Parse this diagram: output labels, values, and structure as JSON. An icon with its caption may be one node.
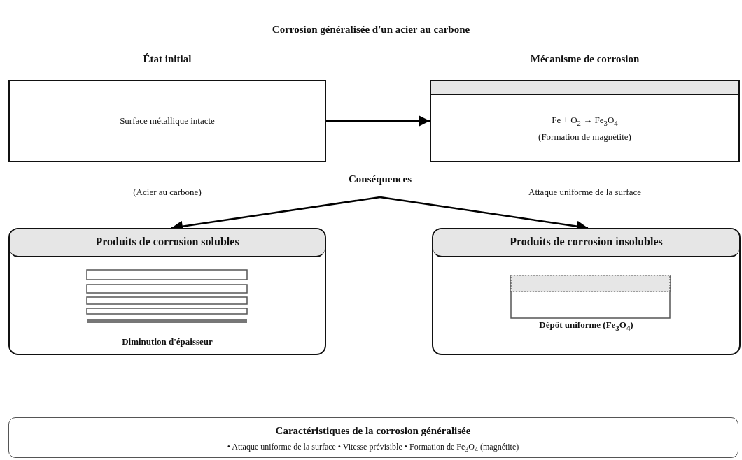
{
  "diagram": {
    "title": "Corrosion généralisée d'un acier au carbone",
    "nodes": [
      {
        "text": [
          "État initial",
          "Surface métallique intacte"
        ],
        "beside": [
          "(Acier au carbone)"
        ]
      },
      {
        "text": [
          "Mécanisme de corrosion",
          "Fe + O$_{2}$ → Fe$_{3}$O$_{4}$",
          "(Formation de magnétite)"
        ],
        "beside": [
          "Attaque uniforme de la surface"
        ]
      },
      {
        "text": [
          "Conséquences"
        ]
      },
      {
        "text": [
          "Produits de corrosion solubles",
          "Diminution d'épaisseur"
        ]
      },
      {
        "text": [
          "Produits de corrosion insolubles",
          "Dépôt uniforme (Fe$_{3}$O$_{4}$)"
        ]
      },
      {
        "text": [
          "Caractéristiques de la corrosion généralisée",
          "• Attaque uniforme de la surface • Vitesse prévisible • Formation de Fe$_{3}$O$_{4}$ (magnétite)"
        ]
      }
    ],
    "edges": [
      {
        "from": 0,
        "to": 1,
        "arrow": "to"
      },
      {
        "from": 2,
        "to": 3,
        "arrow": "to"
      },
      {
        "from": 2,
        "to": 4,
        "arrow": "to"
      }
    ]
  }
}
